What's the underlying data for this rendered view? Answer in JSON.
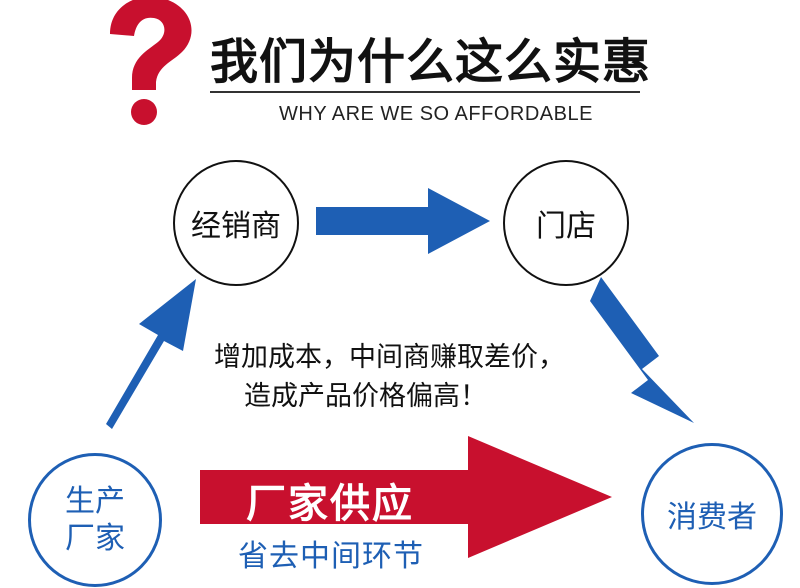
{
  "header": {
    "title": "我们为什么这么实惠",
    "subtitle": "WHY ARE WE SO AFFORDABLE"
  },
  "nodes": {
    "distributor": "经销商",
    "store": "门店",
    "factory_line1": "生产",
    "factory_line2": "厂家",
    "consumer": "消费者"
  },
  "middle_text": {
    "line1": "增加成本，中间商赚取差价，",
    "line2": "造成产品价格偏高！"
  },
  "direct": {
    "label": "厂家供应",
    "sublabel": "省去中间环节"
  },
  "colors": {
    "question_mark": "#c8102e",
    "arrow_blue": "#1e5fb4",
    "arrow_red": "#c8102e"
  }
}
